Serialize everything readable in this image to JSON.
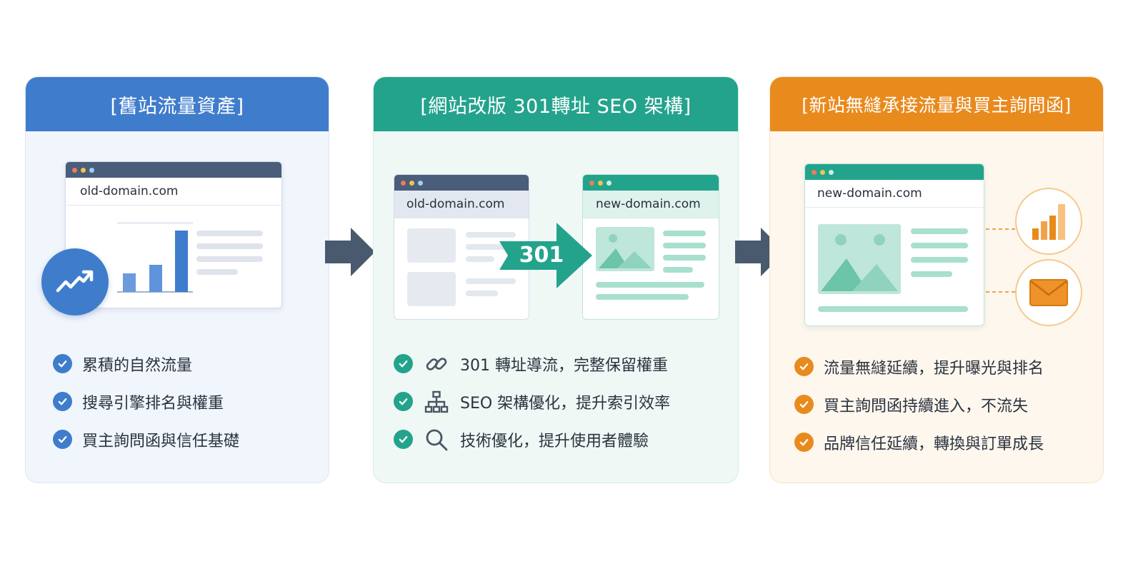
{
  "panels": [
    {
      "title": "[舊站流量資產]",
      "window_url": "old-domain.com",
      "items": [
        "累積的自然流量",
        "搜尋引擎排名與權重",
        "買主詢問函與信任基礎"
      ]
    },
    {
      "title": "[網站改版 301轉址 SEO 架構]",
      "old_url": "old-domain.com",
      "new_url": "new-domain.com",
      "redirect_label": "301",
      "items": [
        "301 轉址導流，完整保留權重",
        "SEO 架構優化，提升索引效率",
        "技術優化，提升使用者體驗"
      ]
    },
    {
      "title": "[新站無縫承接流量與買主詢問函]",
      "window_url": "new-domain.com",
      "items": [
        "流量無縫延續，提升曝光與排名",
        "買主詢問函持續進入，不流失",
        "品牌信任延續，轉換與訂單成長"
      ]
    }
  ],
  "colors": {
    "blue": "#3f7dcc",
    "teal": "#23a38c",
    "orange": "#e98a1d",
    "arrow": "#4a5a6e"
  },
  "icons": [
    "trend-up-icon",
    "link-icon",
    "sitemap-icon",
    "search-icon",
    "bar-chart-icon",
    "mail-icon",
    "check-icon",
    "right-arrow-icon"
  ]
}
